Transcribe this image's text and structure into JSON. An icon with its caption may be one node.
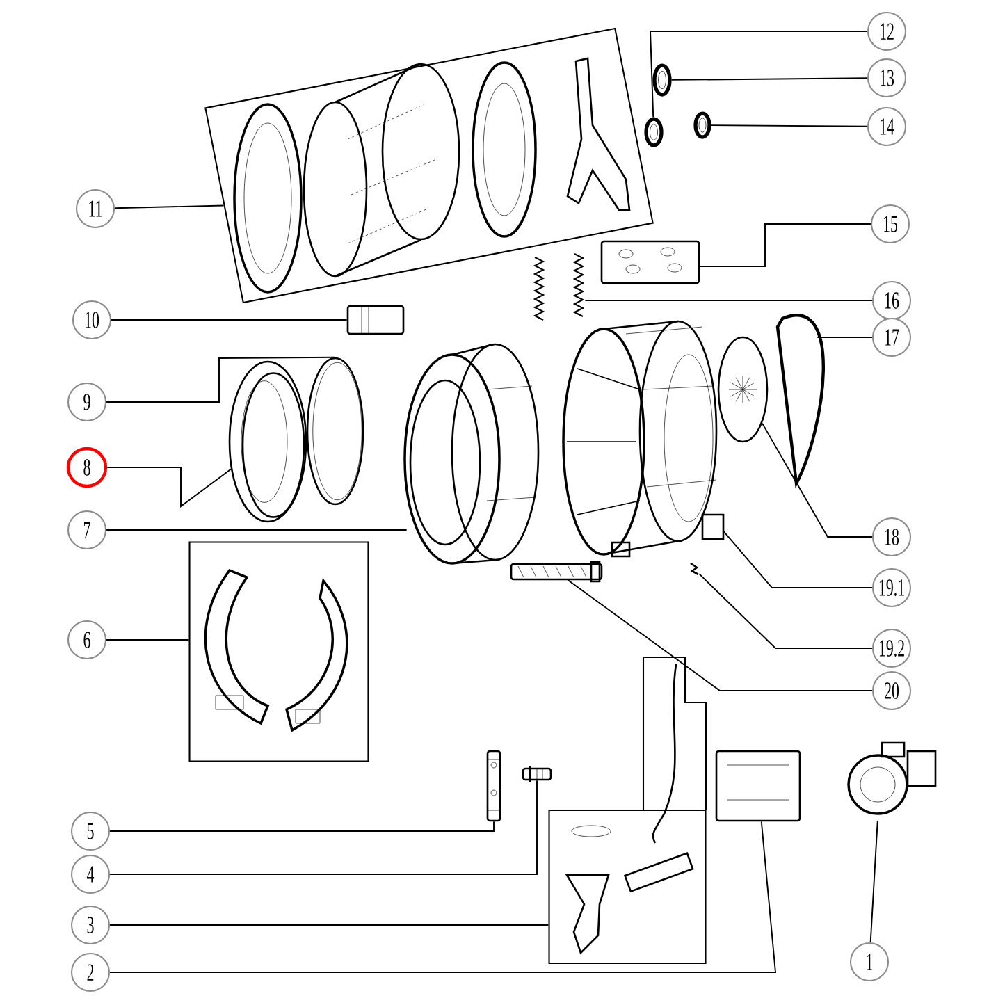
{
  "diagram": {
    "nodes": [
      {
        "text": [
          "12"
        ]
      },
      {
        "text": [
          "13"
        ]
      },
      {
        "text": [
          "14"
        ]
      },
      {
        "text": [
          "11"
        ]
      },
      {
        "text": [
          "15"
        ]
      },
      {
        "text": [
          "10"
        ]
      },
      {
        "text": [
          "16"
        ]
      },
      {
        "text": [
          "17"
        ]
      },
      {
        "text": [
          "9"
        ]
      },
      {
        "text": [
          "8"
        ]
      },
      {
        "text": [
          "18"
        ]
      },
      {
        "text": [
          "7"
        ]
      },
      {
        "text": [
          "19.1"
        ]
      },
      {
        "text": [
          "6"
        ]
      },
      {
        "text": [
          "19.2"
        ]
      },
      {
        "text": [
          "20"
        ]
      },
      {
        "text": [
          "5"
        ]
      },
      {
        "text": [
          "4"
        ]
      },
      {
        "text": [
          "3"
        ]
      },
      {
        "text": [
          "2"
        ]
      },
      {
        "text": [
          "1"
        ]
      },
      {
        "text": [],
        "shape": "picture"
      },
      {
        "text": [],
        "shape": "picture"
      },
      {
        "text": [],
        "shape": "picture"
      },
      {
        "text": [],
        "shape": "box"
      },
      {
        "text": [],
        "shape": "picture"
      },
      {
        "text": [],
        "shape": "picture"
      },
      {
        "text": [],
        "shape": "picture"
      },
      {
        "text": [],
        "shape": "picture"
      },
      {
        "text": [],
        "shape": "picture"
      },
      {
        "text": [],
        "shape": "picture"
      },
      {
        "text": [],
        "shape": "picture"
      },
      {
        "text": [],
        "shape": "picture"
      },
      {
        "text": [],
        "shape": "picture"
      },
      {
        "text": [],
        "shape": "box"
      },
      {
        "text": [],
        "shape": "picture"
      },
      {
        "text": [],
        "shape": "picture"
      },
      {
        "text": [],
        "shape": "picture"
      },
      {
        "text": [],
        "shape": "picture"
      },
      {
        "text": [],
        "shape": "box"
      },
      {
        "text": [],
        "shape": "picture"
      },
      {
        "text": [],
        "shape": "picture"
      }
    ],
    "edges": [
      {
        "from": 0,
        "to": 21,
        "arrow": "none"
      },
      {
        "from": 1,
        "to": 22,
        "arrow": "none"
      },
      {
        "from": 2,
        "to": 23,
        "arrow": "none"
      },
      {
        "from": 3,
        "to": 24,
        "arrow": "none"
      },
      {
        "from": 4,
        "to": 25,
        "arrow": "none"
      },
      {
        "from": 5,
        "to": 26,
        "arrow": "none"
      },
      {
        "from": 6,
        "to": 27,
        "arrow": "none"
      },
      {
        "from": 7,
        "to": 28,
        "arrow": "none"
      },
      {
        "from": 8,
        "to": 29,
        "arrow": "none"
      },
      {
        "from": 9,
        "to": 30,
        "arrow": "none"
      },
      {
        "from": 10,
        "to": 31,
        "arrow": "none"
      },
      {
        "from": 11,
        "to": 32,
        "arrow": "none"
      },
      {
        "from": 12,
        "to": 33,
        "arrow": "none"
      },
      {
        "from": 13,
        "to": 34,
        "arrow": "none"
      },
      {
        "from": 14,
        "to": 35,
        "arrow": "none"
      },
      {
        "from": 15,
        "to": 36,
        "arrow": "none"
      },
      {
        "from": 16,
        "to": 37,
        "arrow": "none"
      },
      {
        "from": 17,
        "to": 38,
        "arrow": "none"
      },
      {
        "from": 18,
        "to": 39,
        "arrow": "none"
      },
      {
        "from": 19,
        "to": 40,
        "arrow": "none"
      },
      {
        "from": 20,
        "to": 41,
        "arrow": "none"
      }
    ]
  }
}
